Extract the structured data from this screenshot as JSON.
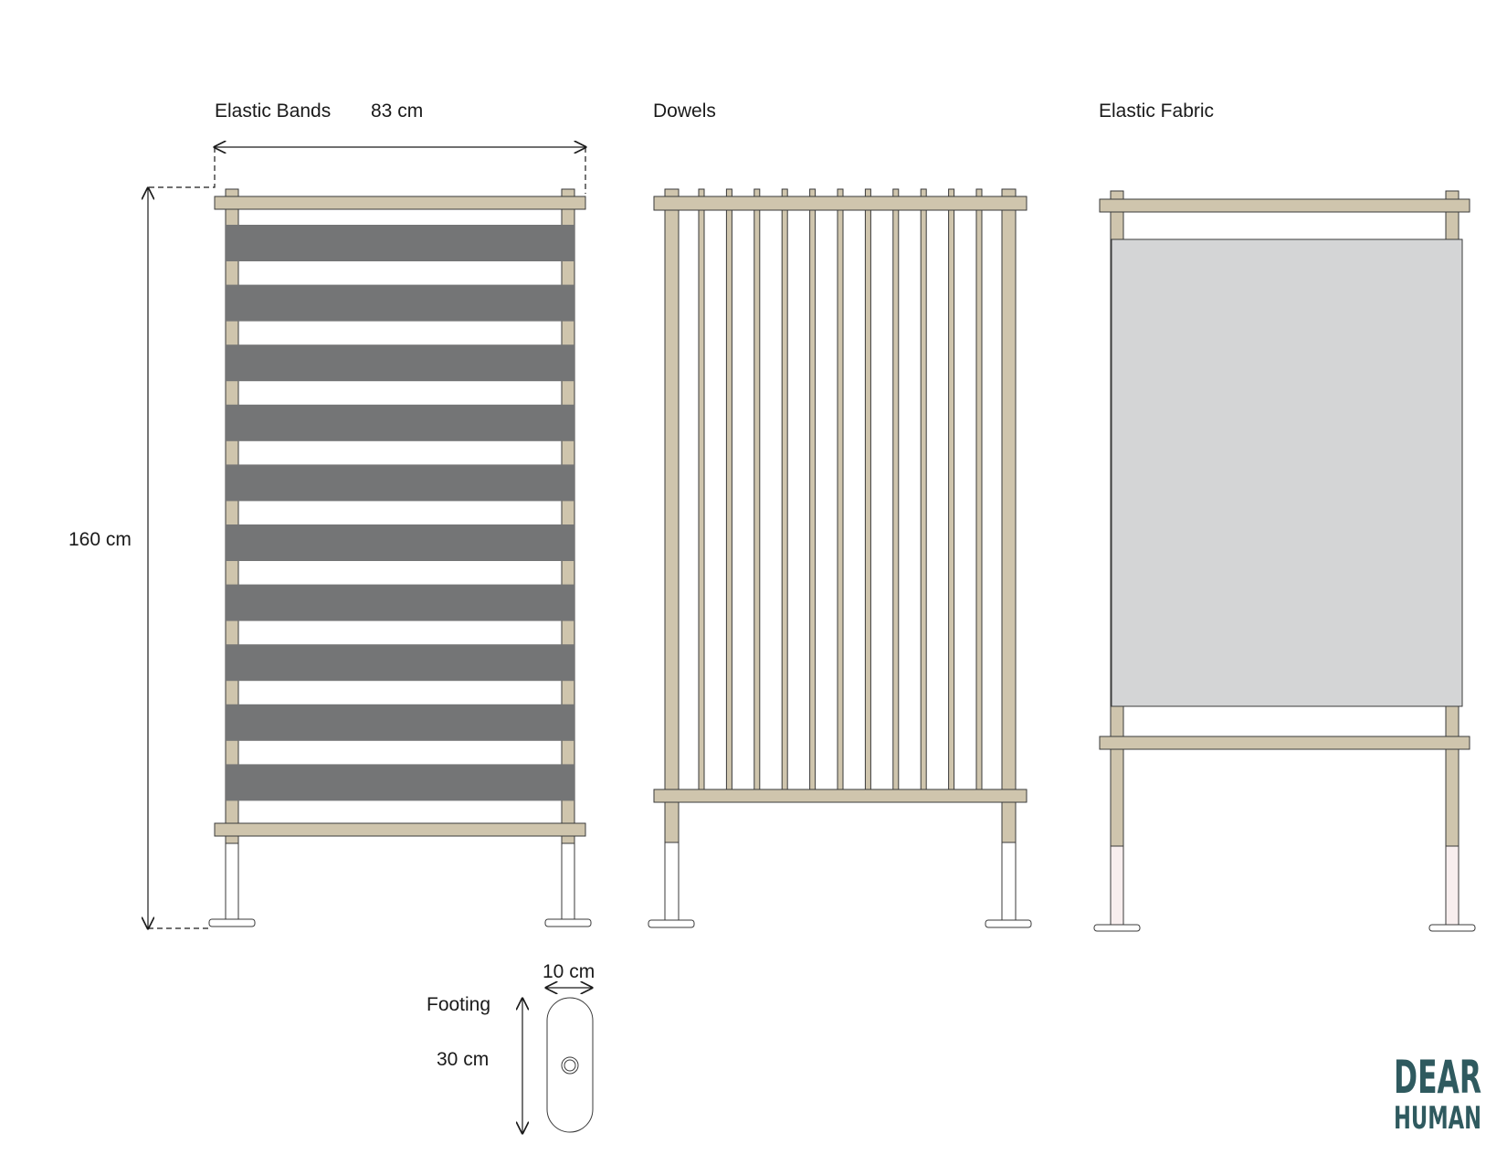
{
  "panels": [
    {
      "label": "Elastic Bands",
      "infill": "elastic-bands"
    },
    {
      "label": "Dowels",
      "infill": "dowels"
    },
    {
      "label": "Elastic Fabric",
      "infill": "elastic-fabric"
    }
  ],
  "dimensions": {
    "width": "83 cm",
    "height": "160 cm"
  },
  "footing": {
    "label": "Footing",
    "width": "10 cm",
    "length": "30 cm"
  },
  "brand": {
    "line1": "DEAR",
    "line2": "HUMAN"
  },
  "colors": {
    "wood": "#cfc5ad",
    "elastic_band": "#747576",
    "fabric": "#d4d5d6",
    "brand": "#2f5a5f"
  },
  "counts": {
    "elastic_bands": 10,
    "dowels": 11
  }
}
